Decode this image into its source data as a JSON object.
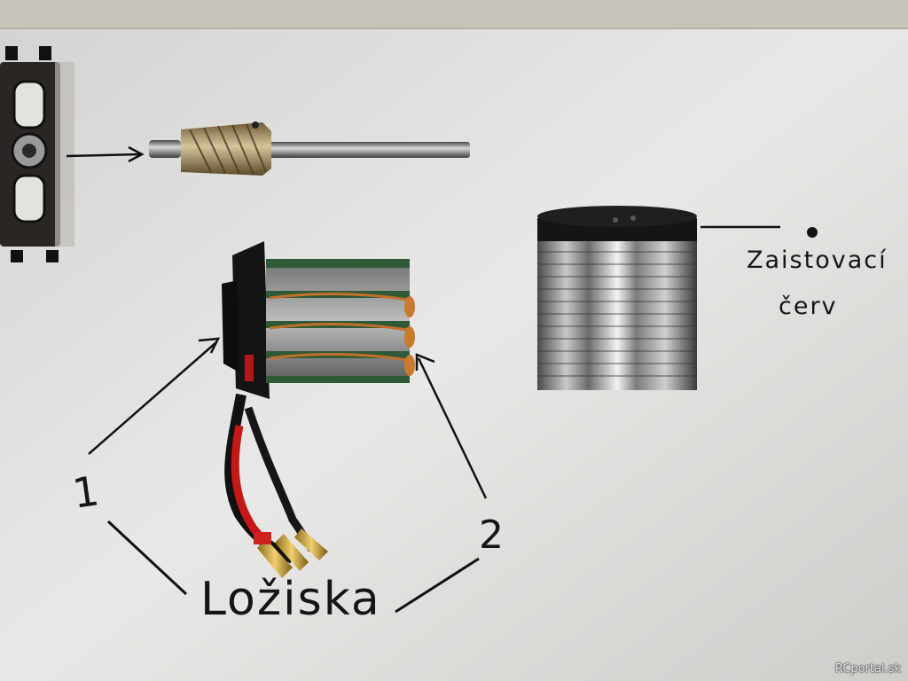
{
  "labels": {
    "bearing_1": "1",
    "bearing_2": "2",
    "bearings": "Ložiska",
    "set_screw_line1": "Zaistovací",
    "set_screw_line2": "červ"
  },
  "watermark": "RCportal.sk"
}
